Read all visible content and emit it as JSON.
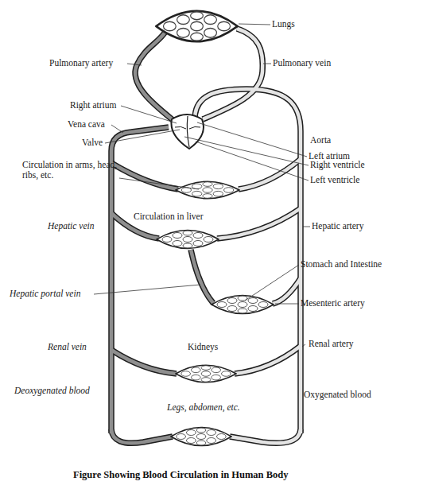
{
  "diagram": {
    "caption": "Figure Showing Blood Circulation in Human Body",
    "labels": [
      "Lungs",
      "Pulmonary artery",
      "Pulmonary vein",
      "Right atrium",
      "Aorta",
      "Vena cava",
      "Left atrium",
      "Valve",
      "Right ventricle",
      "Circulation in arms, head, ribs, etc.",
      "Left ventricle",
      "Circulation in liver",
      "Hepatic vein",
      "Hepatic artery",
      "Stomach and Intestine",
      "Hepatic portal vein",
      "Mesenteric artery",
      "Kidneys",
      "Renal vein",
      "Renal artery",
      "Deoxygenated blood",
      "Oxygenated blood",
      "Legs, abdomen, etc."
    ]
  }
}
